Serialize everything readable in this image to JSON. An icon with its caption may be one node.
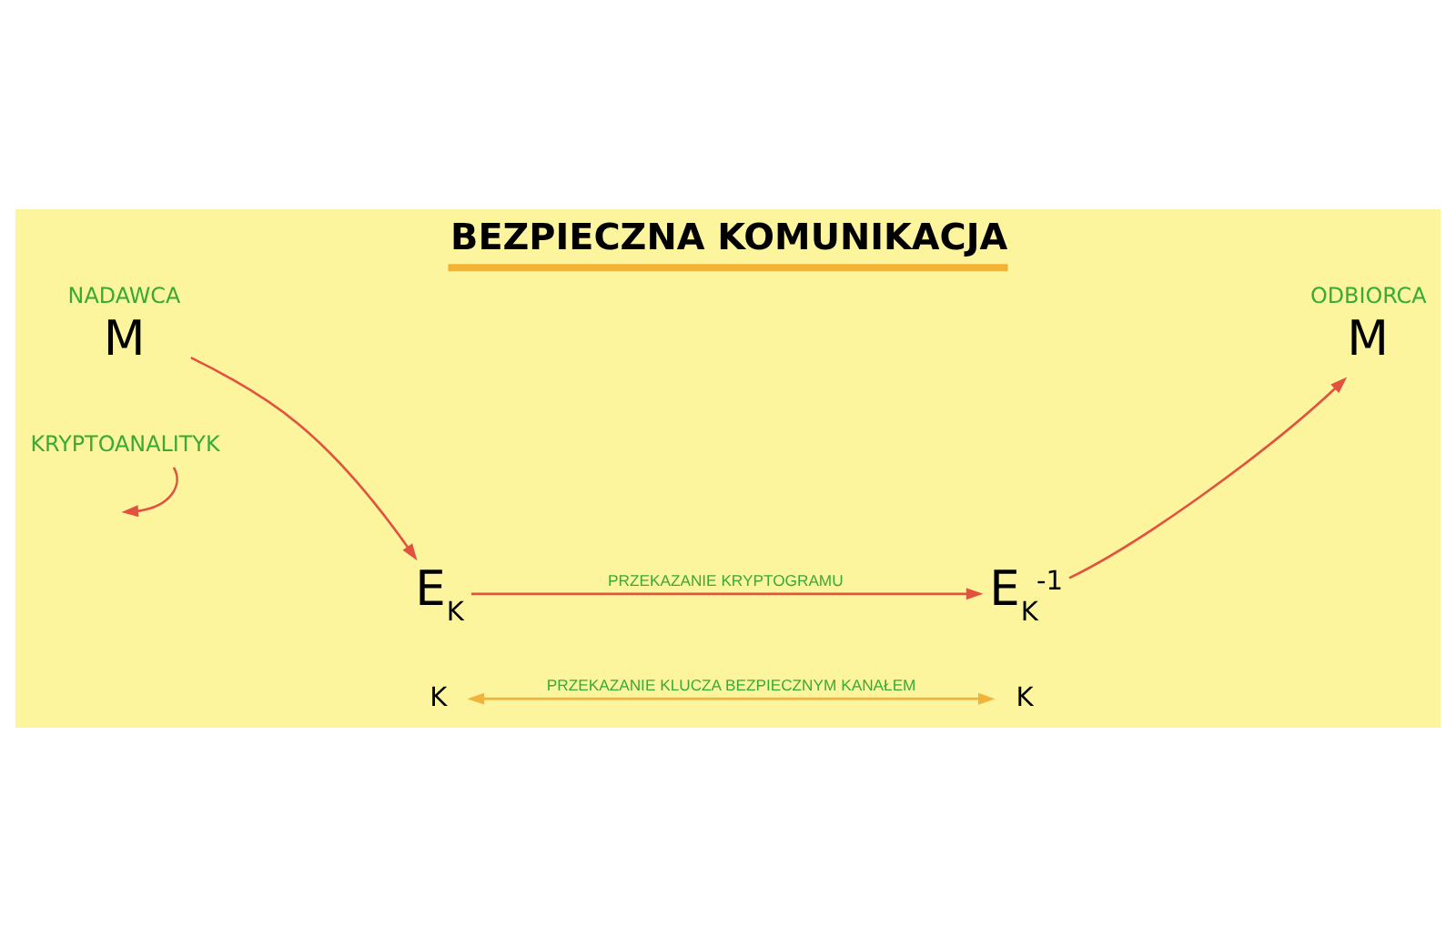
{
  "diagram": {
    "title": "BEZPIECZNA KOMUNIKACJA",
    "nodes": [
      {
        "text": [
          "NADAWCA",
          "M"
        ]
      },
      {
        "text": [
          "ODBIORCA",
          "M"
        ]
      },
      {
        "text": [
          "KRYPTOANALITYK"
        ]
      },
      {
        "text": [
          "E$_{K}$"
        ]
      },
      {
        "text": [
          "E$_{K}$$^{-1}$"
        ]
      },
      {
        "text": [
          "K"
        ]
      },
      {
        "text": [
          "K"
        ]
      }
    ],
    "edges": [
      {
        "from": 0,
        "to": 3,
        "arrow": "to"
      },
      {
        "from": 2,
        "to": null,
        "arrow": "to"
      },
      {
        "from": 3,
        "to": 4,
        "arrow": "to",
        "label": "PRZEKAZANIE KRYPTOGRAMU"
      },
      {
        "from": 4,
        "to": 1,
        "arrow": "to"
      },
      {
        "from": 5,
        "to": 6,
        "arrow": "both",
        "label": "PRZEKAZANIE KLUCZA BEZPIECZNYM KANAŁEM",
        "color": "#f0b43c"
      }
    ]
  }
}
